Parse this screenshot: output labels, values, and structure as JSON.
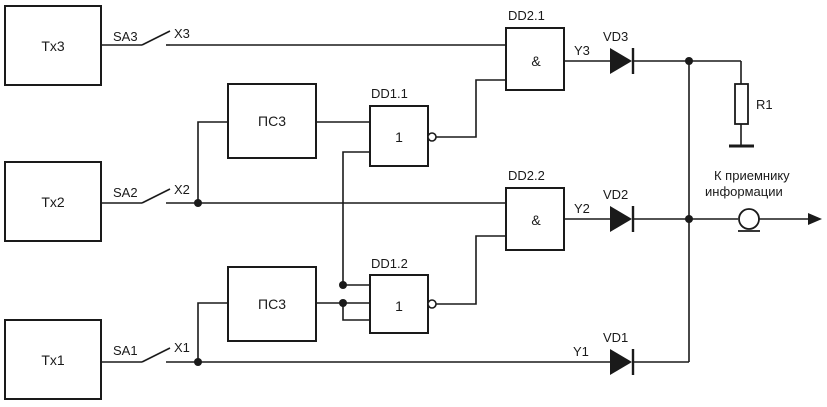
{
  "sources": {
    "tx3": "Tx3",
    "tx2": "Tx2",
    "tx1": "Tx1"
  },
  "switches": {
    "sa3": "SA3",
    "sa2": "SA2",
    "sa1": "SA1"
  },
  "terminals": {
    "x3": "X3",
    "x2": "X2",
    "x1": "X1"
  },
  "blocks": {
    "psz_top": "ПС3",
    "psz_bottom": "ПС3"
  },
  "gates": {
    "dd2_1": {
      "label": "DD2.1",
      "symbol": "&"
    },
    "dd2_2": {
      "label": "DD2.2",
      "symbol": "&"
    },
    "dd1_1": {
      "label": "DD1.1",
      "symbol": "1"
    },
    "dd1_2": {
      "label": "DD1.2",
      "symbol": "1"
    }
  },
  "outputs": {
    "y3": "Y3",
    "y2": "Y2",
    "y1": "Y1"
  },
  "diodes": {
    "vd3": "VD3",
    "vd2": "VD2",
    "vd1": "VD1"
  },
  "resistor": "R1",
  "receiver": {
    "line1": "К приемнику",
    "line2": "информации"
  }
}
